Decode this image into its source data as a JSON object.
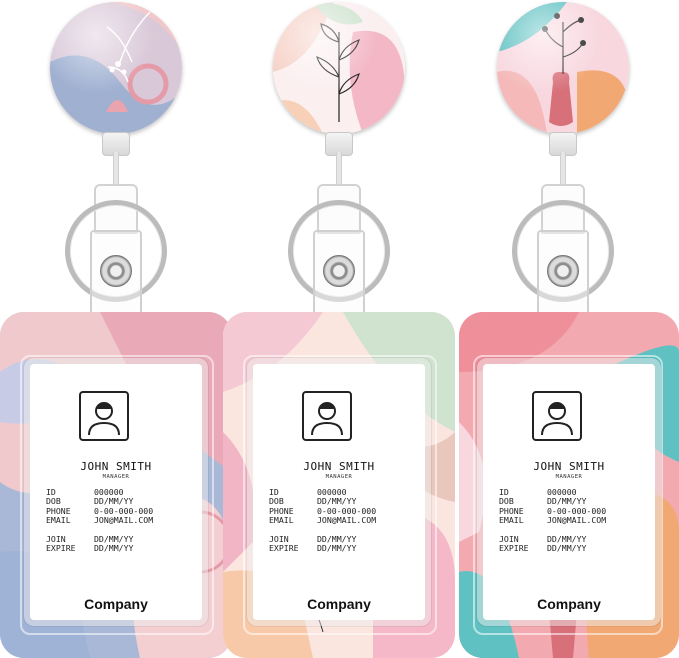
{
  "badges": [
    {
      "card": {
        "name": "JOHN SMITH",
        "role": "MANAGER",
        "fields": [
          {
            "label": "ID",
            "value": "000000"
          },
          {
            "label": "DOB",
            "value": "DD/MM/YY"
          },
          {
            "label": "PHONE",
            "value": "0-00-000-000"
          },
          {
            "label": "EMAIL",
            "value": "JON@MAIL.COM"
          }
        ],
        "dates": [
          {
            "label": "JOIN",
            "value": "DD/MM/YY"
          },
          {
            "label": "EXPIRE",
            "value": "DD/MM/YY"
          }
        ],
        "company": "Company"
      },
      "colors": {
        "base": "#a8b8d6",
        "a": "#e9a9b6",
        "b": "#f3cfd2",
        "c": "#c7cbe6"
      }
    },
    {
      "card": {
        "name": "JOHN SMITH",
        "role": "MANAGER",
        "fields": [
          {
            "label": "ID",
            "value": "000000"
          },
          {
            "label": "DOB",
            "value": "DD/MM/YY"
          },
          {
            "label": "PHONE",
            "value": "0-00-000-000"
          },
          {
            "label": "EMAIL",
            "value": "JON@MAIL.COM"
          }
        ],
        "dates": [
          {
            "label": "JOIN",
            "value": "DD/MM/YY"
          },
          {
            "label": "EXPIRE",
            "value": "DD/MM/YY"
          }
        ],
        "company": "Company"
      },
      "colors": {
        "base": "#f6d6cf",
        "a": "#f1b5c6",
        "b": "#cfe3cf",
        "c": "#f8c9a8"
      }
    },
    {
      "card": {
        "name": "JOHN SMITH",
        "role": "MANAGER",
        "fields": [
          {
            "label": "ID",
            "value": "000000"
          },
          {
            "label": "DOB",
            "value": "DD/MM/YY"
          },
          {
            "label": "PHONE",
            "value": "0-00-000-000"
          },
          {
            "label": "EMAIL",
            "value": "JON@MAIL.COM"
          }
        ],
        "dates": [
          {
            "label": "JOIN",
            "value": "DD/MM/YY"
          },
          {
            "label": "EXPIRE",
            "value": "DD/MM/YY"
          }
        ],
        "company": "Company"
      },
      "colors": {
        "base": "#f3a9b0",
        "a": "#5fc1c2",
        "b": "#f8d7df",
        "c": "#f2a873"
      }
    }
  ]
}
